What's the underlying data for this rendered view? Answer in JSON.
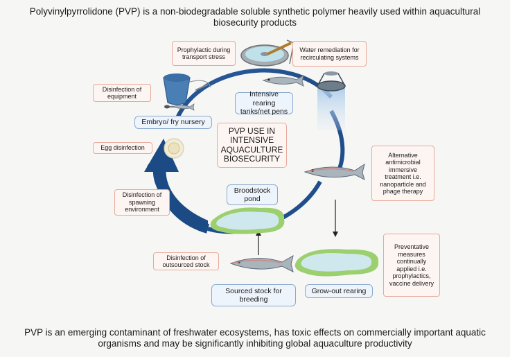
{
  "heading_top": "Polyvinylpyrrolidone (PVP) is a non-biodegradable soluble synthetic polymer heavily used within aquacultural biosecurity products",
  "heading_bottom": "PVP is an emerging contaminant of freshwater ecosystems, has toxic effects on commercially important aquatic organisms and may be significantly inhibiting global aquaculture productivity",
  "center_label": "PVP USE IN INTENSIVE AQUACULTURE BIOSECURITY",
  "stages": {
    "embryo_nursery": "Embryo/ fry nursery",
    "intensive_rearing": "Intensive rearing tanks/net pens",
    "broodstock": "Broodstock pond",
    "sourced_stock": "Sourced stock for breeding",
    "grow_out": "Grow-out rearing"
  },
  "applications": {
    "prophylactic_transport": "Prophylactic during transport stress",
    "water_remediation": "Water remediation for recirculating systems",
    "disinfection_equipment": "Disinfection of equipment",
    "egg_disinfection": "Egg disinfection",
    "alternative_antimicrobial": "Alternative antimicrobial immersive treatment i.e. nanoparticle and phage therapy",
    "disinfection_spawning": "Disinfection of spawning environment",
    "disinfection_outsourced": "Disinfection of outsourced stock",
    "preventative_measures": "Preventative measures continually applied i.e. prophylactics, vaccine delivery"
  },
  "colors": {
    "cycle_arrow": "#1f4e8c",
    "cycle_arrow_dark": "#16386a",
    "box_border": "#e8a99a",
    "box_fill": "#fdf5f2",
    "stage_border": "#8aa9cd",
    "stage_fill": "#eef4fb",
    "pond_water": "#cfe8ee",
    "pond_grass": "#9ccf6e"
  }
}
